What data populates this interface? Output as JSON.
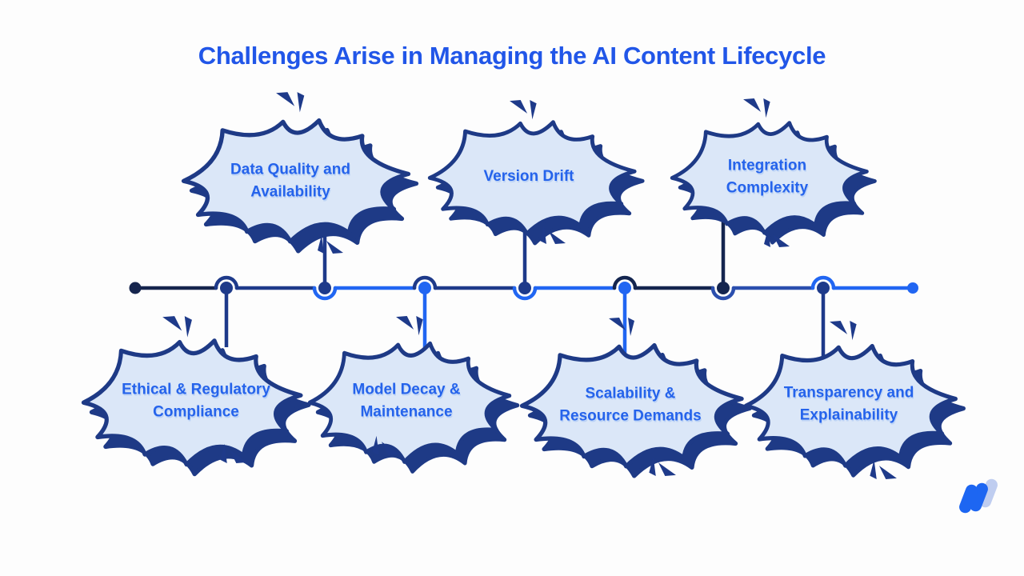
{
  "title": "Challenges Arise in Managing the AI Content Lifecycle",
  "challenges": [
    {
      "label": "Data Quality and\nAvailability",
      "row": "top"
    },
    {
      "label": "Version Drift",
      "row": "top"
    },
    {
      "label": "Integration\nComplexity",
      "row": "top"
    },
    {
      "label": "Ethical & Regulatory\nCompliance",
      "row": "bottom"
    },
    {
      "label": "Model Decay &\nMaintenance",
      "row": "bottom"
    },
    {
      "label": "Scalability &\nResource Demands",
      "row": "bottom"
    },
    {
      "label": "Transparency and\nExplainability",
      "row": "bottom"
    }
  ],
  "timeline": {
    "node_count": 9,
    "start_end_markers": "dot",
    "segment_colors": [
      "#16254e",
      "#1e3a8a",
      "#2166f2",
      "#1e3a8a",
      "#2166f2",
      "#14254f",
      "#2b4fae",
      "#2166f2"
    ]
  },
  "icons": [
    {
      "name": "spark-marks",
      "meaning": "comic emphasis dashes near each bubble"
    },
    {
      "name": "brand-w-logo",
      "meaning": "stylized W logo of three rounded bars, bottom right"
    }
  ],
  "colors": {
    "background": "#fdfdfd",
    "title_blue": "#2156e8",
    "label_blue": "#2563eb",
    "bubble_fill": "#dbe7f8",
    "bubble_outline": "#1e3a86",
    "bright_blue": "#2166f2",
    "navy": "#1e3a8a",
    "dark_navy": "#14254f",
    "medium_blue": "#2b4fae",
    "logo_blue": "#1d66f2",
    "logo_light": "#bfcdf0"
  }
}
